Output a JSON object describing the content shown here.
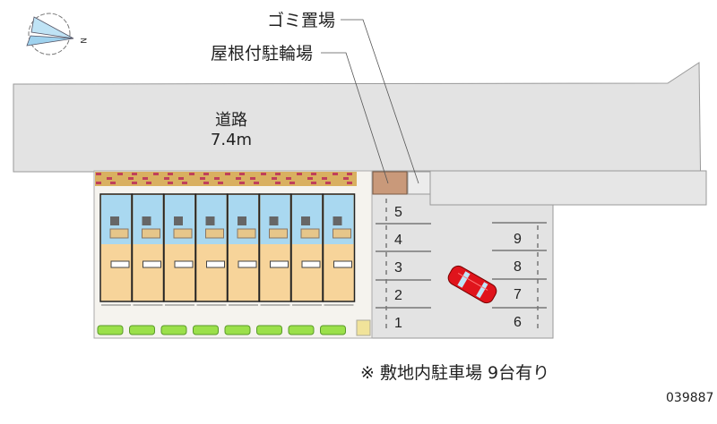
{
  "labels": {
    "garbage": "ゴミ置場",
    "bicycle": "屋根付駐輪場",
    "road_name": "道路",
    "road_width": "7.4m",
    "compass_n": "N"
  },
  "note": "※ 敷地内駐車場 9台有り",
  "property_id": "039887",
  "parking": {
    "left_spaces": [
      "5",
      "4",
      "3",
      "2",
      "1"
    ],
    "right_spaces": [
      "9",
      "8",
      "7",
      "6"
    ]
  },
  "units_count": 8,
  "colors": {
    "road": "#e3e3e3",
    "wet_area": "#a9d8f0",
    "room": "#f7d49a",
    "car": "#e0141c",
    "greenery": "#9be04a",
    "bike_shelter": "#c9997a"
  }
}
